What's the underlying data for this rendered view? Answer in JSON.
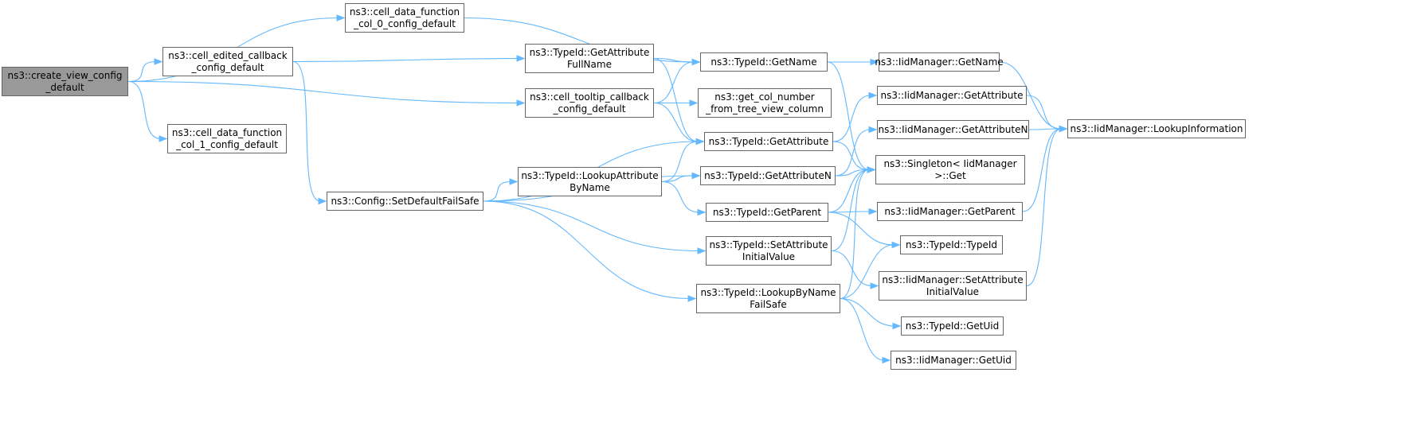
{
  "graph": {
    "nodes": [
      {
        "id": "create_view",
        "lines": [
          "ns3::create_view_config",
          "_default"
        ],
        "root": true
      },
      {
        "id": "cdf0",
        "lines": [
          "ns3::cell_data_function",
          "_col_0_config_default"
        ]
      },
      {
        "id": "cecb",
        "lines": [
          "ns3::cell_edited_callback",
          "_config_default"
        ]
      },
      {
        "id": "cdf1",
        "lines": [
          "ns3::cell_data_function",
          "_col_1_config_default"
        ]
      },
      {
        "id": "gafn",
        "lines": [
          "ns3::TypeId::GetAttribute",
          "FullName"
        ]
      },
      {
        "id": "cttcb",
        "lines": [
          "ns3::cell_tooltip_callback",
          "_config_default"
        ]
      },
      {
        "id": "sdfs",
        "lines": [
          "ns3::Config::SetDefaultFailSafe"
        ]
      },
      {
        "id": "lanb",
        "lines": [
          "ns3::TypeId::LookupAttribute",
          "ByName"
        ]
      },
      {
        "id": "tgetname",
        "lines": [
          "ns3::TypeId::GetName"
        ]
      },
      {
        "id": "getcol",
        "lines": [
          "ns3::get_col_number",
          "_from_tree_view_column"
        ]
      },
      {
        "id": "tgetattr",
        "lines": [
          "ns3::TypeId::GetAttribute"
        ]
      },
      {
        "id": "tgetattrn",
        "lines": [
          "ns3::TypeId::GetAttributeN"
        ]
      },
      {
        "id": "tgetparent",
        "lines": [
          "ns3::TypeId::GetParent"
        ]
      },
      {
        "id": "tsaiv",
        "lines": [
          "ns3::TypeId::SetAttribute",
          "InitialValue"
        ]
      },
      {
        "id": "tlbnfs",
        "lines": [
          "ns3::TypeId::LookupByName",
          "FailSafe"
        ]
      },
      {
        "id": "igetname",
        "lines": [
          "ns3::IidManager::GetName"
        ]
      },
      {
        "id": "igetattr",
        "lines": [
          "ns3::IidManager::GetAttribute"
        ]
      },
      {
        "id": "igetattrn",
        "lines": [
          "ns3::IidManager::GetAttributeN"
        ]
      },
      {
        "id": "singleton",
        "lines": [
          "ns3::Singleton< IidManager",
          " >::Get"
        ]
      },
      {
        "id": "igetparent",
        "lines": [
          "ns3::IidManager::GetParent"
        ]
      },
      {
        "id": "ttypeid",
        "lines": [
          "ns3::TypeId::TypeId"
        ]
      },
      {
        "id": "isaiv",
        "lines": [
          "ns3::IidManager::SetAttribute",
          "InitialValue"
        ]
      },
      {
        "id": "tgetuid",
        "lines": [
          "ns3::TypeId::GetUid"
        ]
      },
      {
        "id": "igetuid",
        "lines": [
          "ns3::IidManager::GetUid"
        ]
      },
      {
        "id": "ilookup",
        "lines": [
          "ns3::IidManager::LookupInformation"
        ]
      }
    ],
    "edges": [
      [
        "create_view",
        "cdf0"
      ],
      [
        "create_view",
        "cecb"
      ],
      [
        "create_view",
        "cttcb"
      ],
      [
        "create_view",
        "cdf1"
      ],
      [
        "cdf0",
        "tgetname"
      ],
      [
        "cecb",
        "gafn"
      ],
      [
        "cecb",
        "sdfs"
      ],
      [
        "gafn",
        "tgetname"
      ],
      [
        "gafn",
        "tgetattr"
      ],
      [
        "cttcb",
        "tgetname"
      ],
      [
        "cttcb",
        "getcol"
      ],
      [
        "cttcb",
        "tgetattr"
      ],
      [
        "sdfs",
        "tgetattr"
      ],
      [
        "sdfs",
        "lanb"
      ],
      [
        "sdfs",
        "tgetattrn"
      ],
      [
        "sdfs",
        "tsaiv"
      ],
      [
        "sdfs",
        "tlbnfs"
      ],
      [
        "lanb",
        "tgetattr"
      ],
      [
        "lanb",
        "tgetattrn"
      ],
      [
        "lanb",
        "tgetparent"
      ],
      [
        "tgetname",
        "igetname"
      ],
      [
        "tgetname",
        "singleton"
      ],
      [
        "tgetattr",
        "igetattr"
      ],
      [
        "tgetattr",
        "singleton"
      ],
      [
        "tgetattrn",
        "igetattrn"
      ],
      [
        "tgetattrn",
        "singleton"
      ],
      [
        "tgetparent",
        "singleton"
      ],
      [
        "tgetparent",
        "igetparent"
      ],
      [
        "tgetparent",
        "ttypeid"
      ],
      [
        "tsaiv",
        "singleton"
      ],
      [
        "tsaiv",
        "isaiv"
      ],
      [
        "tlbnfs",
        "singleton"
      ],
      [
        "tlbnfs",
        "ttypeid"
      ],
      [
        "tlbnfs",
        "tgetuid"
      ],
      [
        "tlbnfs",
        "igetuid"
      ],
      [
        "igetname",
        "ilookup"
      ],
      [
        "igetattr",
        "ilookup"
      ],
      [
        "igetattrn",
        "ilookup"
      ],
      [
        "igetparent",
        "ilookup"
      ],
      [
        "isaiv",
        "ilookup"
      ]
    ]
  },
  "colors": {
    "edge": "#63b8ff",
    "node_border": "#666666",
    "root_fill": "#999999",
    "node_fill": "#ffffff"
  }
}
